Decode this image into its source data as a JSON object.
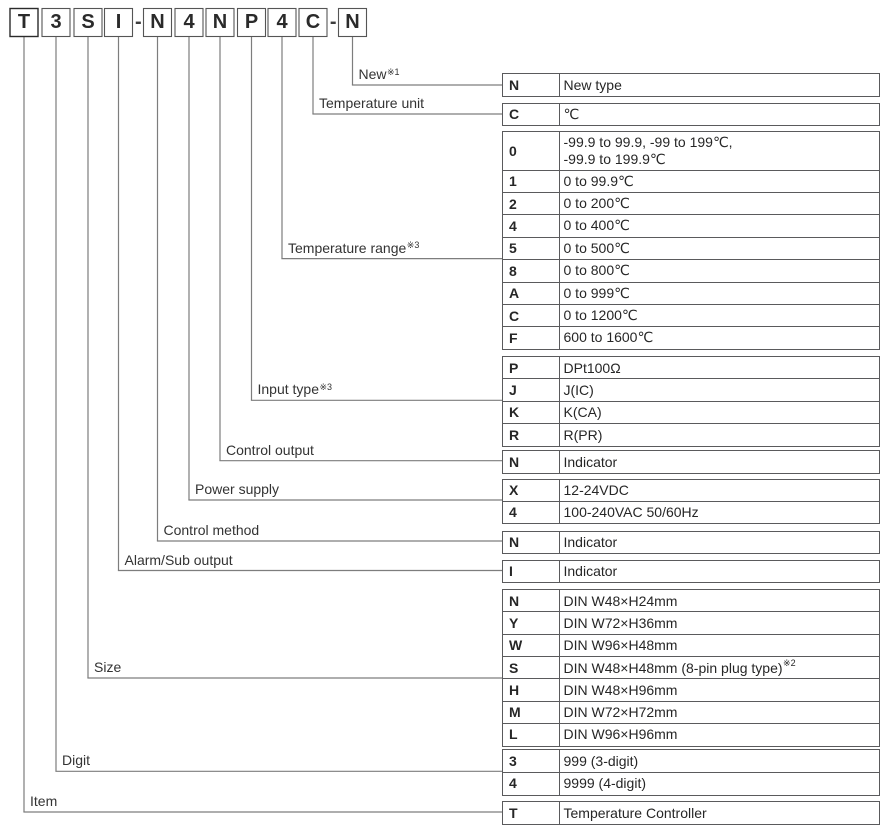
{
  "model_code": {
    "boxes": [
      "T",
      "3",
      "S",
      "I",
      "N",
      "4",
      "N",
      "P",
      "4",
      "C",
      "N"
    ],
    "hyphen_char": "-",
    "hyphen_after_indices": [
      3,
      9
    ]
  },
  "groups": [
    {
      "label": "New",
      "note": "※1",
      "rows": [
        {
          "code": "N",
          "desc": "New type"
        }
      ]
    },
    {
      "label": "Temperature unit",
      "note": "",
      "rows": [
        {
          "code": "C",
          "desc": "℃"
        }
      ]
    },
    {
      "label": "Temperature range",
      "note": "※3",
      "rows": [
        {
          "code": "0",
          "desc_lines": [
            "-99.9 to 99.9, -99 to 199℃,",
            "-99.9 to 199.9℃"
          ]
        },
        {
          "code": "1",
          "desc": "0 to 99.9℃"
        },
        {
          "code": "2",
          "desc": "0 to 200℃"
        },
        {
          "code": "4",
          "desc": "0 to 400℃"
        },
        {
          "code": "5",
          "desc": "0 to 500℃"
        },
        {
          "code": "8",
          "desc": "0 to 800℃"
        },
        {
          "code": "A",
          "desc": "0 to 999℃"
        },
        {
          "code": "C",
          "desc": "0 to 1200℃"
        },
        {
          "code": "F",
          "desc": "600 to 1600℃"
        }
      ]
    },
    {
      "label": "Input type",
      "note": "※3",
      "rows": [
        {
          "code": "P",
          "desc": "DPt100Ω"
        },
        {
          "code": "J",
          "desc": "J(IC)"
        },
        {
          "code": "K",
          "desc": "K(CA)"
        },
        {
          "code": "R",
          "desc": "R(PR)"
        }
      ]
    },
    {
      "label": "Control output",
      "note": "",
      "rows": [
        {
          "code": "N",
          "desc": "Indicator"
        }
      ]
    },
    {
      "label": "Power supply",
      "note": "",
      "rows": [
        {
          "code": "X",
          "desc": "12-24VDC"
        },
        {
          "code": "4",
          "desc": "100-240VAC 50/60Hz"
        }
      ]
    },
    {
      "label": "Control method",
      "note": "",
      "rows": [
        {
          "code": "N",
          "desc": "Indicator"
        }
      ]
    },
    {
      "label": "Alarm/Sub output",
      "note": "",
      "rows": [
        {
          "code": "I",
          "desc": "Indicator"
        }
      ]
    },
    {
      "label": "Size",
      "note": "",
      "rows": [
        {
          "code": "N",
          "desc": "DIN W48×H24mm"
        },
        {
          "code": "Y",
          "desc": "DIN W72×H36mm"
        },
        {
          "code": "W",
          "desc": "DIN W96×H48mm"
        },
        {
          "code": "S",
          "desc": "DIN W48×H48mm (8-pin plug type)",
          "desc_note": "※2"
        },
        {
          "code": "H",
          "desc": "DIN W48×H96mm"
        },
        {
          "code": "M",
          "desc": "DIN W72×H72mm"
        },
        {
          "code": "L",
          "desc": "DIN W96×H96mm"
        }
      ]
    },
    {
      "label": "Digit",
      "note": "",
      "rows": [
        {
          "code": "3",
          "desc": "999 (3-digit)"
        },
        {
          "code": "4",
          "desc": "9999 (4-digit)"
        }
      ]
    },
    {
      "label": "Item",
      "note": "",
      "rows": [
        {
          "code": "T",
          "desc": "Temperature Controller"
        }
      ]
    }
  ],
  "colors": {
    "box_border": "#555555",
    "first_box_border": "#2b2b2b",
    "connector_line": "#7d7d7d",
    "table_border": "#5a5a5c",
    "text": "#262626"
  }
}
